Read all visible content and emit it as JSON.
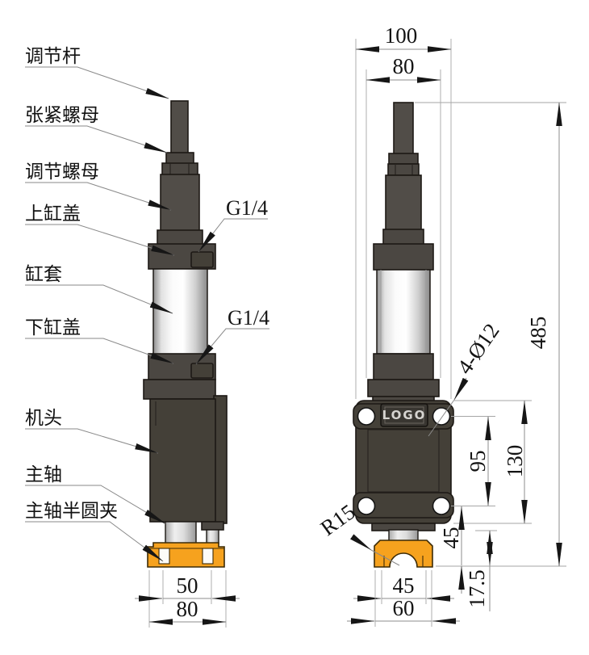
{
  "drawing": {
    "background_color": "#ffffff",
    "body_color": "#4b4742",
    "clamp_color": "#f6a21e",
    "part_labels": {
      "adjust_rod": "调节杆",
      "tension_nut": "张紧螺母",
      "adjust_nut": "调节螺母",
      "upper_cap": "上缸盖",
      "cylinder_sleeve": "缸套",
      "lower_cap": "下缸盖",
      "head": "机头",
      "spindle": "主轴",
      "spindle_clamp": "主轴半圆夹"
    },
    "port_labels": {
      "upper": "G1/4",
      "lower": "G1/4"
    },
    "side_view_dims": {
      "clamp_inner_width": "50",
      "clamp_outer_width": "80"
    },
    "front_view_dims": {
      "top_outer_width": "100",
      "top_inner_width": "80",
      "overall_height": "485",
      "head_height": "130",
      "hole_spacing": "95",
      "clamp_offset": "45",
      "clamp_depth": "17.5",
      "clamp_inner_width": "45",
      "clamp_outer_width": "60"
    },
    "annotations": {
      "mount_holes": "4-Ø12",
      "clamp_radius": "R15",
      "logo": "LOGO"
    }
  }
}
